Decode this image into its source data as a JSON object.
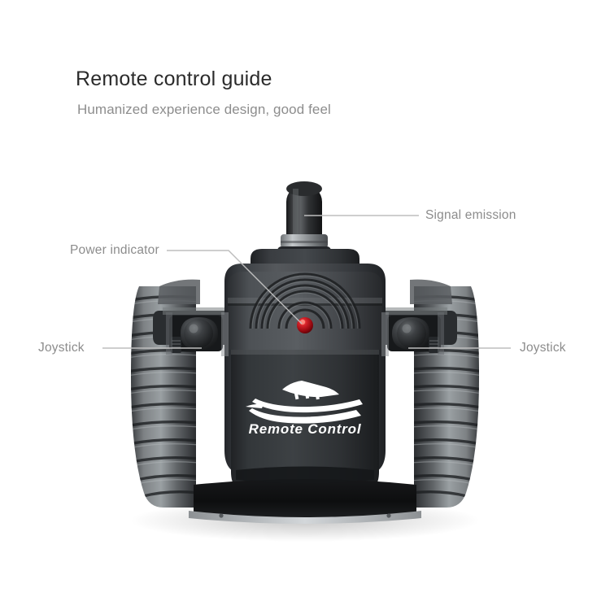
{
  "header": {
    "title": "Remote control guide",
    "subtitle": "Humanized experience design, good feel"
  },
  "annotations": {
    "signal_emission": "Signal emission",
    "power_indicator": "Power indicator",
    "joystick_left": "Joystick",
    "joystick_right": "Joystick"
  },
  "device": {
    "brand_text": "Remote Control",
    "logo_icon": "speedboat-icon",
    "antenna_icon": "antenna-icon",
    "led_icon": "power-led-icon",
    "joystick_icon": "joystick-knob-icon",
    "grip_icon": "ribbed-grip-icon"
  },
  "colors": {
    "background": "#ffffff",
    "title_text": "#2b2b2b",
    "subtitle_text": "#8d8d8d",
    "annotation_text": "#8c8c8c",
    "leader_line": "#bdbdbd",
    "body_dark": "#2f3133",
    "body_mid": "#4a4d50",
    "body_light": "#6e7276",
    "led_red": "#c01218",
    "chrome_silver": "#c9ccce"
  }
}
